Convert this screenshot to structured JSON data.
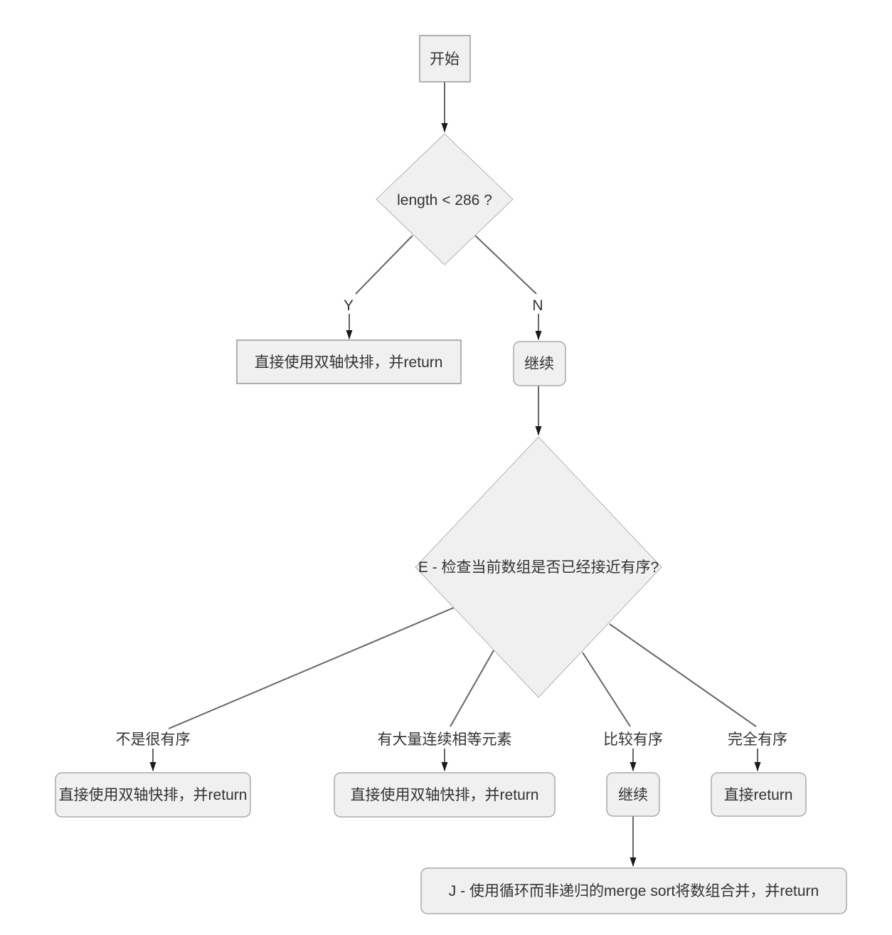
{
  "nodes": {
    "start": {
      "label": "开始"
    },
    "length_check": {
      "label": "length < 286 ?"
    },
    "dual_pivot_top": {
      "label": "直接使用双轴快排，并return"
    },
    "continue_1": {
      "label": "继续"
    },
    "nearly_sorted_check": {
      "label": "E - 检查当前数组是否已经接近有序?"
    },
    "dual_pivot_left": {
      "label": "直接使用双轴快排，并return"
    },
    "dual_pivot_mid": {
      "label": "直接使用双轴快排，并return"
    },
    "continue_2": {
      "label": "继续"
    },
    "direct_return": {
      "label": "直接return"
    },
    "merge_sort": {
      "label": "J - 使用循环而非递归的merge sort将数组合并，并return"
    }
  },
  "edge_labels": {
    "yes": "Y",
    "no": "N",
    "not_very_sorted": "不是很有序",
    "many_consecutive_equal": "有大量连续相等元素",
    "fairly_sorted": "比较有序",
    "fully_sorted": "完全有序"
  },
  "colors": {
    "node_fill": "#f0f0f0",
    "node_border": "#aaaaaa",
    "square_node_border": "#999999",
    "diamond_border": "#b3b3b3",
    "edge_color": "#666666",
    "arrow_color": "#1a1a1a",
    "text_color": "#333333",
    "background": "#ffffff"
  }
}
